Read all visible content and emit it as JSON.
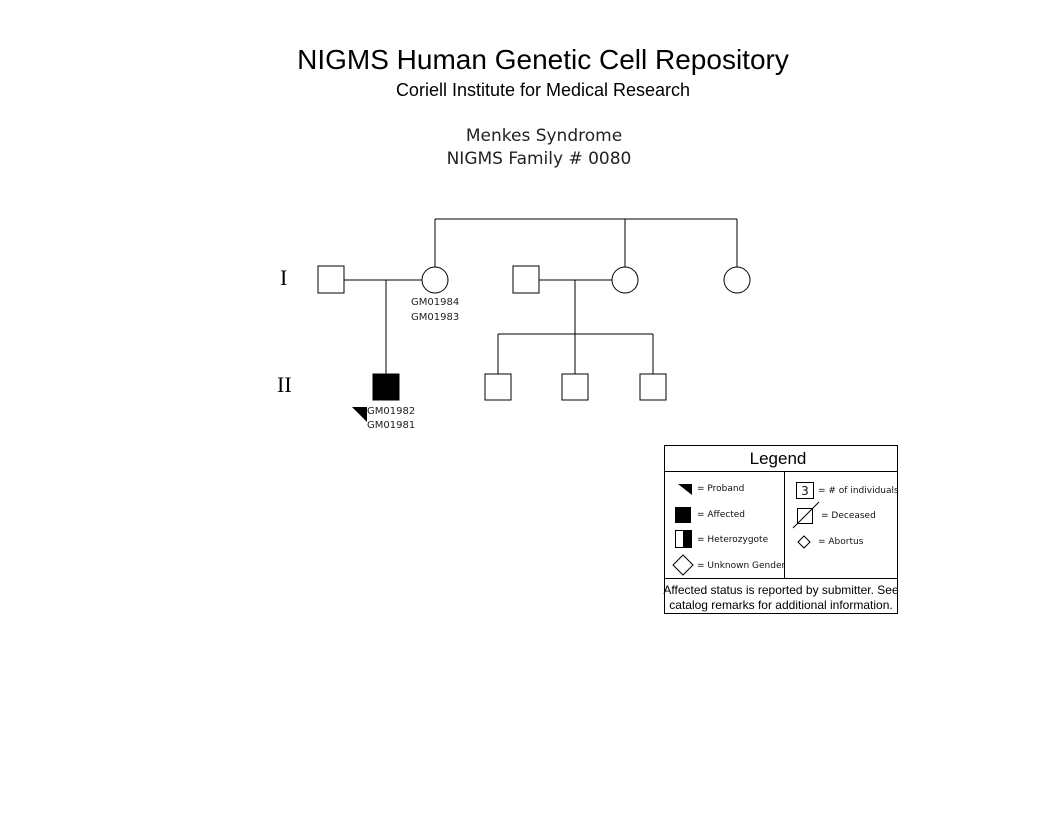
{
  "header": {
    "title": "NIGMS Human Genetic Cell Repository",
    "institute": "Coriell Institute for Medical Research",
    "disease": "Menkes Syndrome",
    "family": "NIGMS Family # 0080"
  },
  "generations": [
    "I",
    "II"
  ],
  "individuals": {
    "mother_gen1": {
      "ids": [
        "GM01984",
        "GM01983"
      ]
    },
    "proband": {
      "ids": [
        "GM01982",
        "GM01981"
      ],
      "affected": true,
      "proband": true
    }
  },
  "legend": {
    "title": "Legend",
    "proband": "= Proband",
    "affected": "= Affected",
    "heterozygote": "= Heterozygote",
    "unknown_gender": "= Unknown Gender",
    "count_number": "3",
    "count_label": "= # of individuals",
    "deceased": "= Deceased",
    "abortus": "= Abortus",
    "note_line1": "Affected status is reported by submitter. See",
    "note_line2": "catalog remarks for additional information."
  }
}
